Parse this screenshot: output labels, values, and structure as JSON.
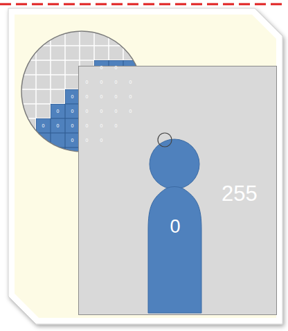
{
  "diagram": {
    "nodes": [
      {
        "text": [
          "255"
        ]
      },
      {
        "text": [
          "0"
        ],
        "in": 0
      }
    ],
    "labels": [
      "0",
      "0",
      "0",
      "0",
      "0",
      "0",
      "0",
      "0",
      "0",
      "0",
      "0",
      "0",
      "0",
      "0",
      "0",
      "0",
      "0",
      "0",
      "0",
      "0",
      "0",
      "0",
      "0",
      "0",
      "0",
      "0"
    ]
  }
}
